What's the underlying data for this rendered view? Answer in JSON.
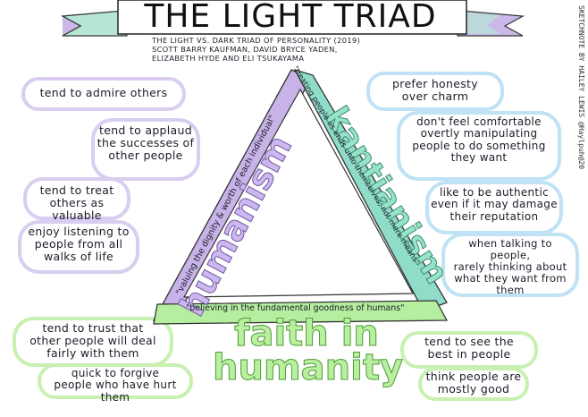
{
  "title": "THE LIGHT TRIAD",
  "source": {
    "line1": "THE LIGHT VS. DARK TRIAD OF PERSONALITY (2019)",
    "line2": "SCOTT BARRY KAUFMAN, DAVID BRYCE YADEN,",
    "line3": "ELIZABETH HYDE AND ELI TSUKAYAMA"
  },
  "credit": "SKETCHNOTE BY HAILEY LEWIS @Haylpuh@20",
  "colors": {
    "purple": "#c7b3e8",
    "teal": "#8fdcc8",
    "green": "#b6eea0",
    "lilac_outline": "#d9cdf0",
    "blue_outline": "#bfe2f5",
    "green_outline": "#c8f0b0"
  },
  "sides": {
    "humanism": {
      "label": "humanism",
      "quote": "\"valuing the dignity & worth of each individual\""
    },
    "kantianism": {
      "label": "kantianism",
      "quote": "\"treating people as ends unto themselves, not mere means\""
    },
    "faith": {
      "label": "faith in humanity",
      "quote": "\"believing in the fundamental goodness of humans\""
    }
  },
  "notes": {
    "humanism": [
      "tend to admire others",
      "tend to applaud\nthe successes of\nother people",
      "tend to treat\nothers as valuable",
      "enjoy listening to\npeople from all\nwalks of life"
    ],
    "kantianism": [
      "prefer honesty\nover charm",
      "don't feel comfortable\novertly manipulating\npeople to do something\nthey want",
      "like to be authentic\neven if it may damage\ntheir reputation",
      "when talking to people,\nrarely thinking about\nwhat they want from\nthem"
    ],
    "faith": [
      "tend to trust that\nother people will deal\nfairly with them",
      "quick to forgive\npeople who have hurt them",
      "tend to see the\nbest in people",
      "think people are\nmostly good"
    ]
  }
}
